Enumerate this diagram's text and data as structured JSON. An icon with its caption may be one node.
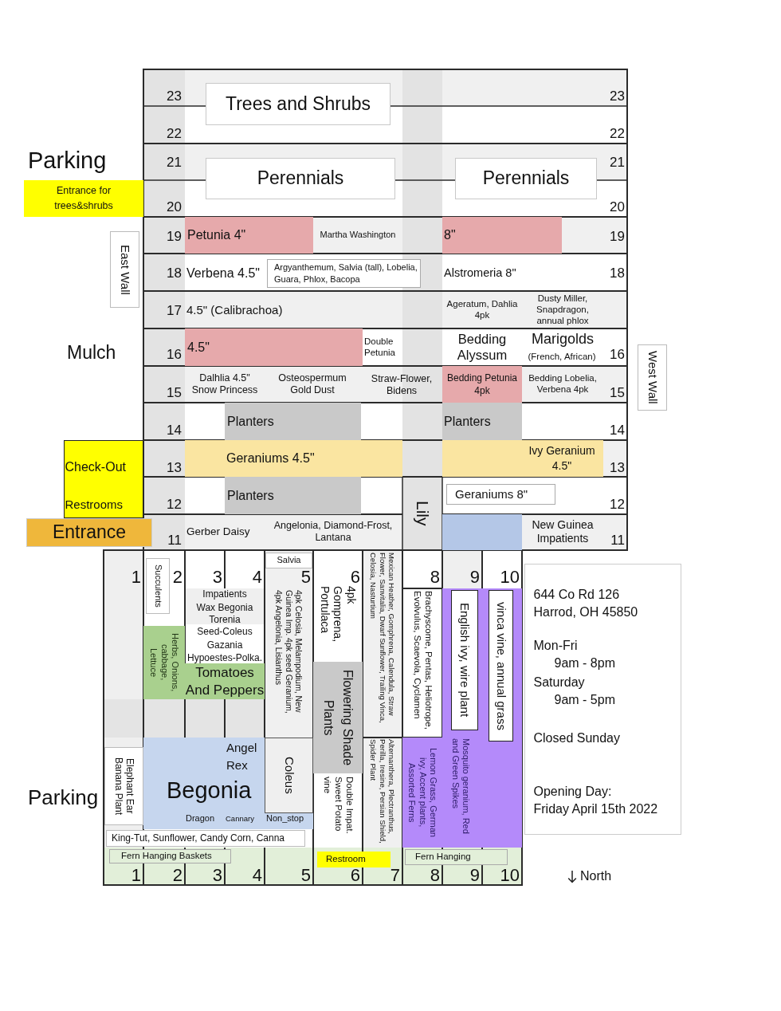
{
  "diagram": {
    "nodes": [
      {
        "text": [
          "Trees and Shrubs"
        ]
      },
      {
        "text": [
          "Entrance for trees&shrubs"
        ]
      },
      {
        "text": [
          "Perennials"
        ]
      },
      {
        "text": [
          "Perennials"
        ]
      },
      {
        "text": [
          "East Wall"
        ]
      },
      {
        "text": [
          "Petunia 4\""
        ]
      },
      {
        "text": [
          "8\""
        ]
      },
      {
        "text": [
          "Argyanthemum, Salvia (tall), Lobelia, Guara, Phlox, Bacopa"
        ]
      },
      {
        "text": [
          "4.5\""
        ]
      },
      {
        "text": [
          "West Wall"
        ]
      },
      {
        "text": [
          "Bedding Petunia 4pk"
        ]
      },
      {
        "text": [
          "Planters"
        ]
      },
      {
        "text": [
          "Planters"
        ]
      },
      {
        "text": [
          "Check-Out",
          "Restrooms"
        ]
      },
      {
        "text": [
          "Geraniums 4.5\""
        ]
      },
      {
        "text": [
          "Ivy Geranium 4.5\""
        ]
      },
      {
        "text": [
          "Planters"
        ]
      },
      {
        "text": [
          "Geraniums 8\""
        ]
      },
      {
        "text": [
          "Entrance"
        ]
      },
      {
        "text": [],
        "shape": "box"
      },
      {
        "text": [
          "Salvia"
        ]
      },
      {
        "text": [
          "Succulents"
        ]
      },
      {
        "text": [
          "Mosquito geranium, Red and Green Spikes"
        ]
      },
      {
        "text": [
          "English ivy, wire plant"
        ],
        "in": 22
      },
      {
        "text": [],
        "shape": "box"
      },
      {
        "text": [
          "vinca vine, annual grass"
        ],
        "in": 24
      },
      {
        "text": [
          "Herbs, Onions, cabbage, Lettuce"
        ]
      },
      {
        "text": [
          "Tomatoes And Peppers"
        ]
      },
      {
        "text": [
          "Flowering Shade Plants"
        ]
      },
      {
        "text": [
          "Angel",
          "Rex",
          "Begonia",
          "Dragon",
          "Cannary",
          "Non_stop"
        ]
      },
      {
        "text": [
          "Coleus"
        ],
        "in": 29
      },
      {
        "text": [
          "Lemon Grass, German ivy, Accent plants, Assorted Ferns"
        ]
      },
      {
        "text": [
          "Elephant Ear Banana Plant"
        ]
      },
      {
        "text": [
          "King-Tut, Sunflower, Candy Corn, Canna"
        ]
      },
      {
        "text": [
          "Fern Hanging Baskets"
        ]
      },
      {
        "text": [
          "Restroom"
        ]
      },
      {
        "text": [
          "Fern Hanging"
        ]
      },
      {
        "text": [
          "644 Co Rd 126 Harrod, OH 45850",
          "Mon-Fri",
          "9am - 8pm",
          "Saturday",
          "9am - 5pm",
          "Closed Sunday",
          "Opening Day:",
          "Friday April 15th 2022"
        ]
      }
    ],
    "labels": [
      "Parking",
      "23",
      "23",
      "22",
      "22",
      "21",
      "21",
      "20",
      "20",
      "19",
      "Martha Washington",
      "19",
      "18",
      "Verbena 4.5\"",
      "Alstromeria 8\"",
      "18",
      "17",
      "4.5\" (Calibrachoa)",
      "Ageratum, Dahlia 4pk",
      "Dusty Miller, Snapdragon, annual phlox",
      "Mulch",
      "16",
      "Double Petunia",
      "Bedding Alyssum",
      "Marigolds",
      "(French, African)",
      "16",
      "15",
      "Dalhlia 4.5\" Snow Princess",
      "Osteospermum Gold Dust",
      "Straw-Flower, Bidens",
      "Bedding Lobelia, Verbena 4pk",
      "15",
      "14",
      "14",
      "13",
      "13",
      "12",
      "Lily",
      "12",
      "11",
      "Gerber Daisy",
      "Angelonia, Diamond-Frost, Lantana",
      "New Guinea Impatients",
      "11",
      "1",
      "2",
      "3",
      "4",
      "5",
      "6",
      "8",
      "9",
      "10",
      "Impatients",
      "Wax Begonia",
      "Torenia",
      "Seed-Coleus",
      "Gazania",
      "Hypoestes-Polka.",
      "4pk Celosia, Melampodium, New Guinea Imp. 4pk seed Geranium, 4pk Angelonia, Lisianthus",
      "4pk Gomprena, Portulaca",
      "Mexican Heather, Gomphrena, Calendula, Straw Flower, Sanvitalia, Dwarf Sunflower, Trailing Vinca, Celosia, Nasturtium",
      "Brachyscome, Pentas, Heliotrope, Evolvulus, Scaevola, Cyclamen",
      "Parking",
      "Double Impat. Sweet Potato vine",
      "Alternanthera, Plectranthus, Perilla, Iresine, Persian Shield, Spider Plant",
      "1",
      "2",
      "3",
      "4",
      "5",
      "6",
      "7",
      "8",
      "9",
      "10",
      "North"
    ]
  }
}
